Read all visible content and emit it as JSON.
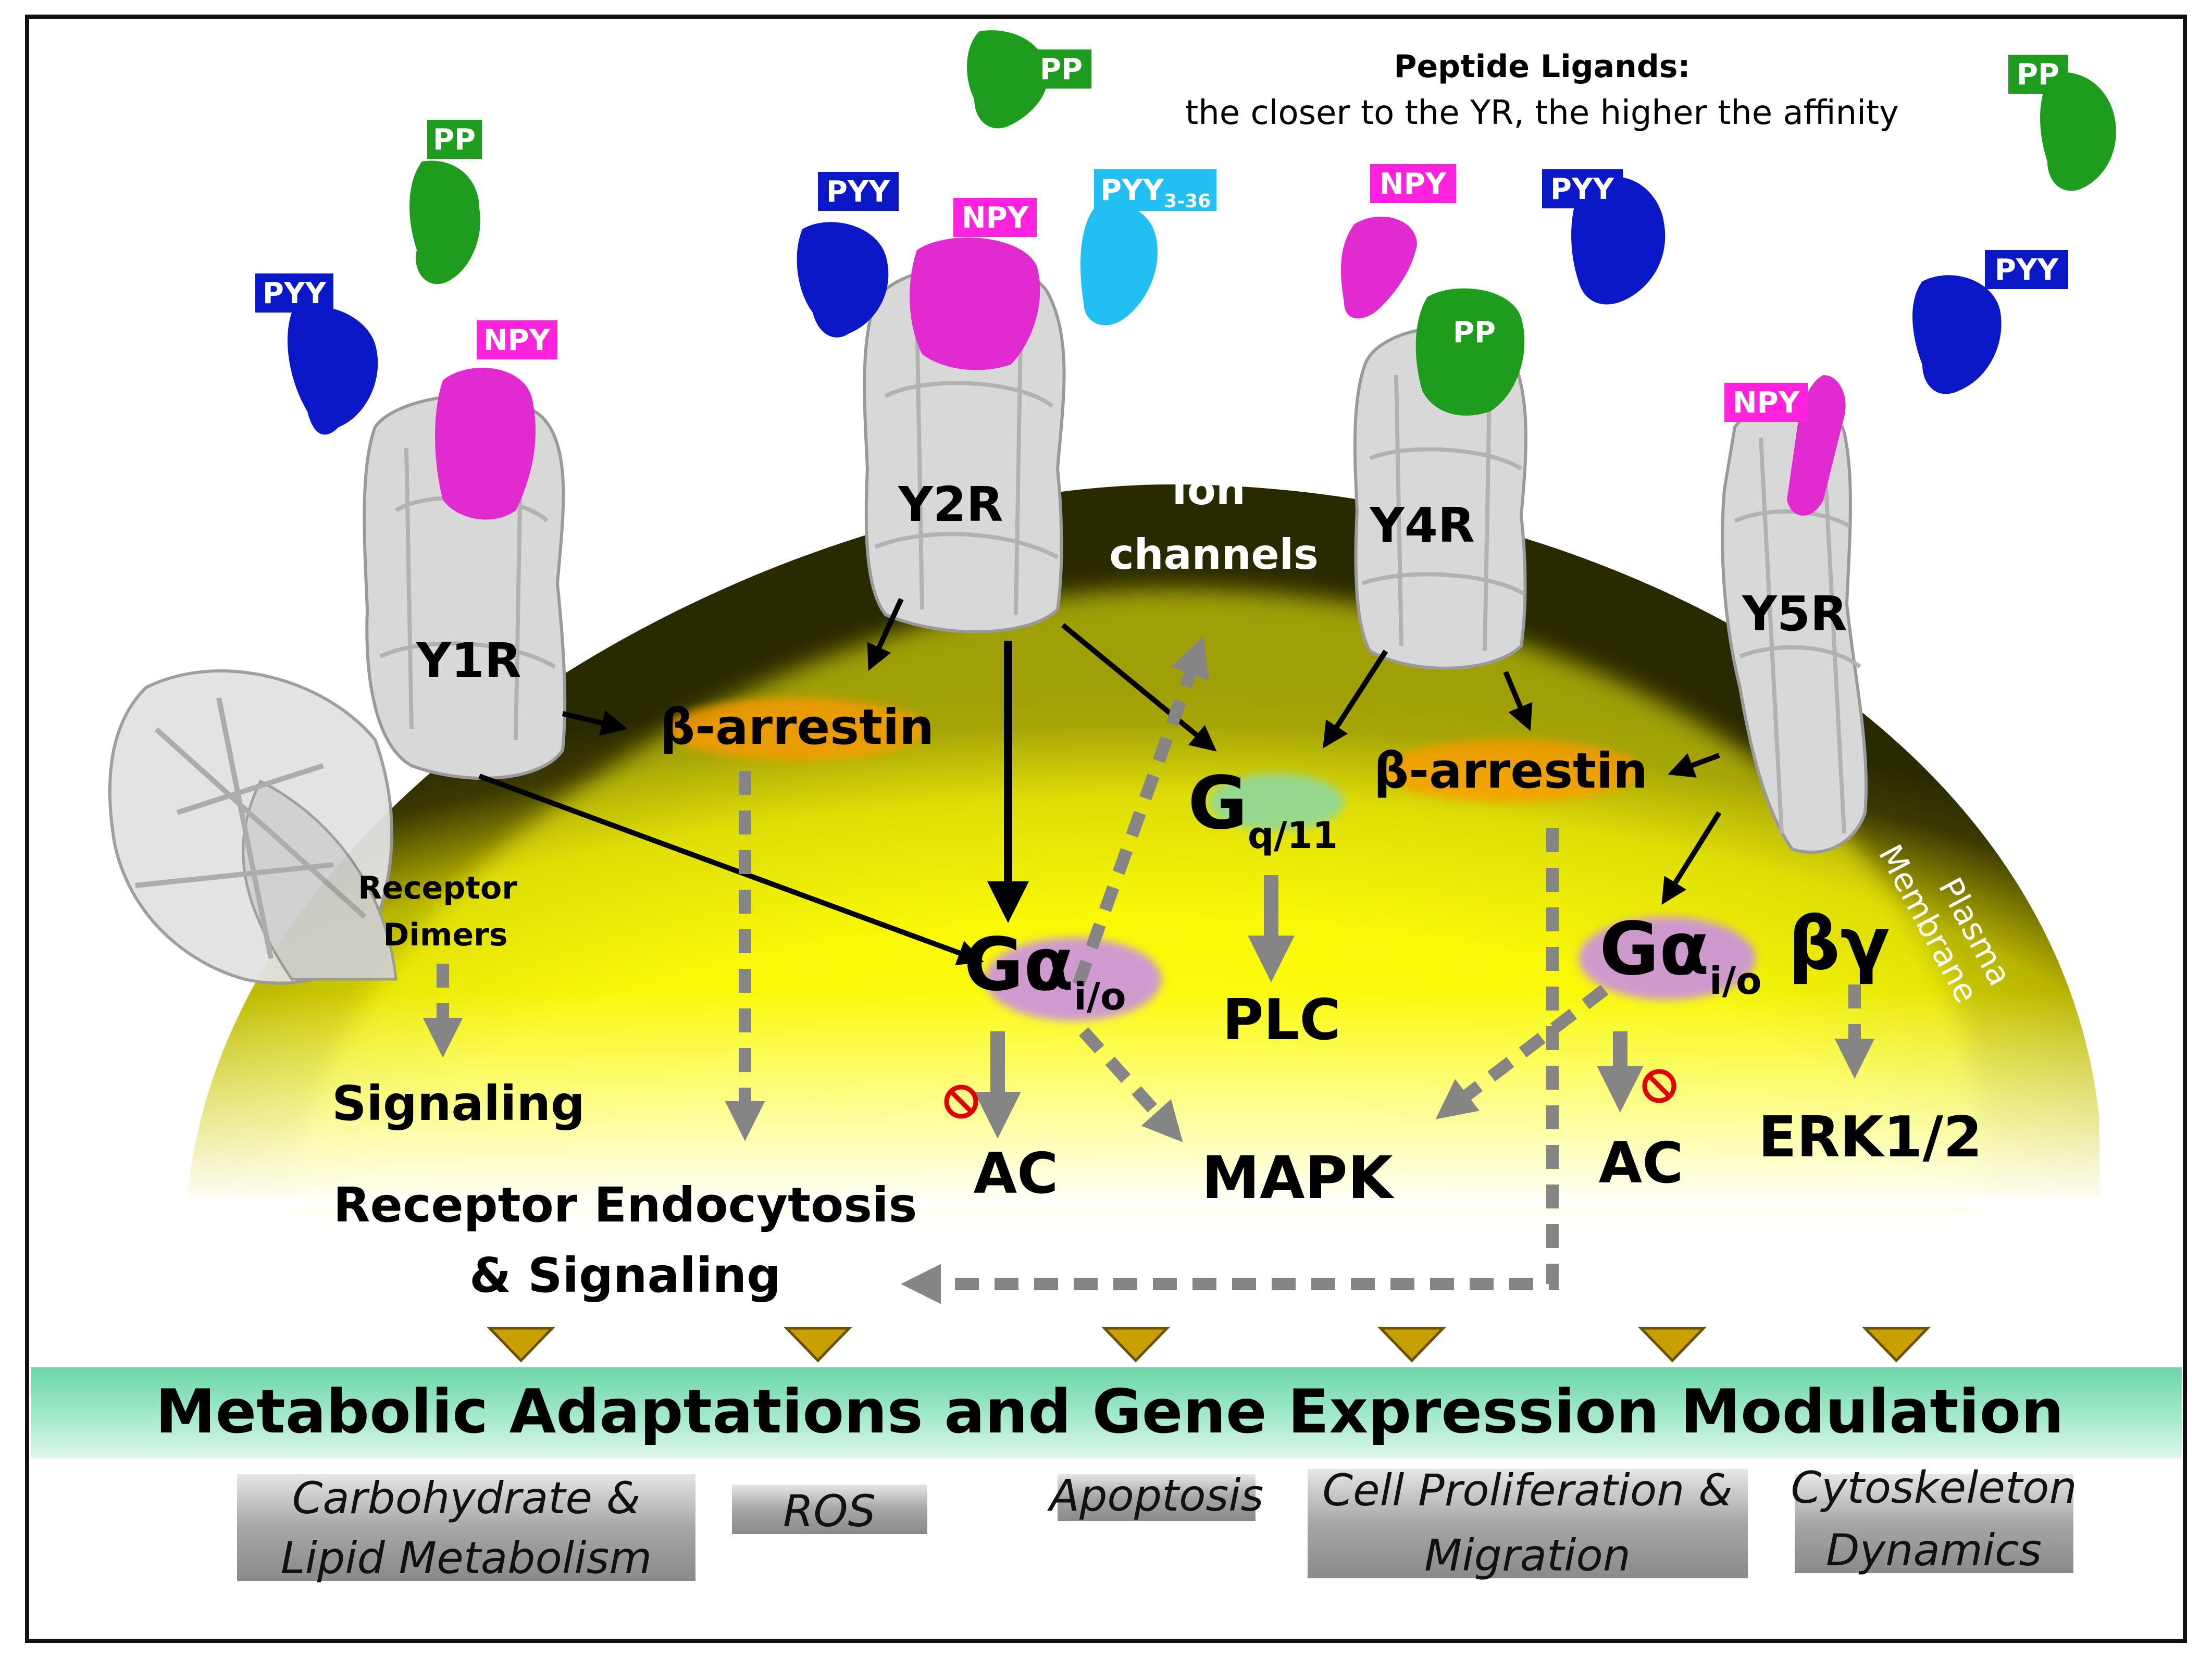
{
  "colors": {
    "npy": "#ff22dd",
    "pyy": "#0a18c8",
    "pyy336": "#22bff2",
    "pp": "#1e9c1e",
    "receptor": "#d4d4d4",
    "arrow_solid": "#000000",
    "arrow_dashed": "#858585",
    "membrane_dark": "#3a3a00",
    "membrane_yellow": "#f4f400",
    "band": "#7fddb6",
    "box": "#9a9a9a",
    "check": "#8a6a00",
    "inhibit": "#e00000",
    "arrestin_glow": "#ff9a00",
    "gai_glow": "#c88af0",
    "gq_glow": "#8ad8a6"
  },
  "legend": {
    "title": "Peptide Ligands:",
    "subtitle": "the closer to the YR, the higher the affinity"
  },
  "ligand_tags": {
    "y1_pp": "PP",
    "y1_pyy": "PYY",
    "y1_npy": "NPY",
    "y2_pp": "PP",
    "y2_pyy": "PYY",
    "y2_npy": "NPY",
    "y2_pyy336": "PYY",
    "y2_pyy336_sub": "3-36",
    "y4_npy": "NPY",
    "y4_pyy": "PYY",
    "y4_pp": "PP",
    "y5_pp": "PP",
    "y5_pyy": "PYY",
    "y5_npy": "NPY"
  },
  "receptors": {
    "y1r": "Y1R",
    "y2r": "Y2R",
    "y4r": "Y4R",
    "y5r": "Y5R"
  },
  "nodes": {
    "ion_channels_1": "Ion",
    "ion_channels_2": "channels",
    "arrestin_left": "β-arrestin",
    "arrestin_right": "β-arrestin",
    "gq_main": "G",
    "gq_sub": "q/11",
    "gai_left_main": "Gα",
    "gai_left_sub": "i/o",
    "gai_right_main": "Gα",
    "gai_right_sub": "i/o",
    "beta_gamma": "βγ",
    "plc": "PLC",
    "ac_left": "AC",
    "ac_right": "AC",
    "mapk": "MAPK",
    "erk": "ERK1/2",
    "receptor_dimers_1": "Receptor",
    "receptor_dimers_2": "Dimers",
    "signaling": "Signaling",
    "endocytosis_1": "Receptor Endocytosis",
    "endocytosis_2": "& Signaling",
    "plasma_membrane_1": "Plasma",
    "plasma_membrane_2": "Membrane"
  },
  "banner": {
    "title": "Metabolic Adaptations and Gene Expression Modulation"
  },
  "outcomes": {
    "carb_1": "Carbohydrate &",
    "carb_2": "Lipid Metabolism",
    "ros": "ROS",
    "apoptosis": "Apoptosis",
    "prolif_1": "Cell Proliferation &",
    "prolif_2": "Migration",
    "cyto_1": "Cytoskeleton",
    "cyto_2": "Dynamics"
  },
  "icons": {
    "inhibit": "prohibition-icon",
    "check": "chevron-down-icon"
  }
}
